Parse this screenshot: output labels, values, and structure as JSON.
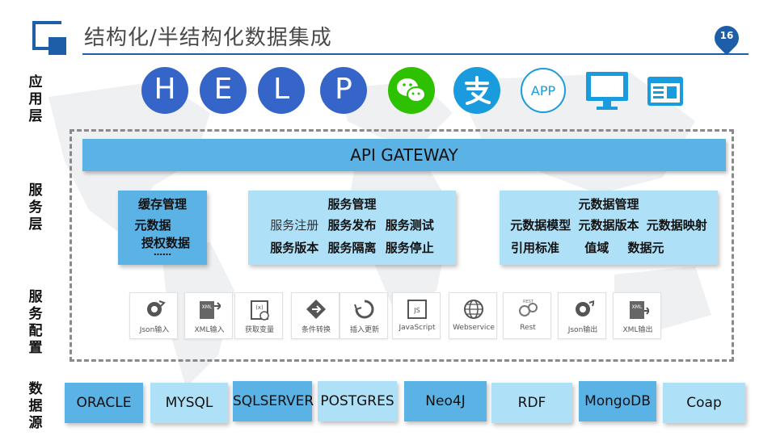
{
  "header": {
    "title": "结构化/半结构化数据集成",
    "page_number": "16"
  },
  "layers": {
    "application": "应用层",
    "service": "服务层",
    "service_config": "服务配置",
    "data_source": "数据源"
  },
  "apps": {
    "help_letters": [
      "H",
      "E",
      "L",
      "P"
    ],
    "app_label": "APP",
    "icons": [
      "wechat-icon",
      "alipay-icon",
      "app-icon",
      "monitor-icon",
      "browser-window-icon"
    ]
  },
  "gateway": {
    "label": "API GATEWAY"
  },
  "services": {
    "cache": {
      "title": "缓存管理",
      "items": [
        "元数据",
        "授权数据",
        "……"
      ]
    },
    "service_mgmt": {
      "title": "服务管理",
      "rows": [
        [
          "服务注册",
          "服务发布",
          "服务测试"
        ],
        [
          "服务版本",
          "服务隔离",
          "服务停止"
        ]
      ]
    },
    "metadata": {
      "title": "元数据管理",
      "rows": [
        [
          "元数据模型",
          "元数据版本",
          "元数据映射"
        ],
        [
          "引用标准",
          "值域",
          "数据元"
        ]
      ]
    }
  },
  "tools": [
    {
      "label": "Json输入",
      "icon": "json-input-icon"
    },
    {
      "label": "XML输入",
      "icon": "xml-input-icon"
    },
    {
      "label": "获取变量",
      "icon": "get-variable-icon"
    },
    {
      "label": "条件转换",
      "icon": "condition-switch-icon"
    },
    {
      "label": "插入更新",
      "icon": "insert-update-icon"
    },
    {
      "label": "JavaScript",
      "icon": "javascript-icon"
    },
    {
      "label": "Webservice",
      "icon": "webservice-icon"
    },
    {
      "label": "Rest",
      "icon": "rest-icon"
    },
    {
      "label": "Json输出",
      "icon": "json-output-icon"
    },
    {
      "label": "XML输出",
      "icon": "xml-output-icon"
    }
  ],
  "data_sources": [
    "ORACLE",
    "MYSQL",
    "SQLSERVER",
    "POSTGRES",
    "Neo4J",
    "RDF",
    "MongoDB",
    "Coap"
  ],
  "colors": {
    "accent": "#1e5ea8",
    "help_blue": "#3565c8",
    "light_blue": "#aee0f7",
    "mid_blue": "#5bb2e5",
    "wechat_green": "#2dc100",
    "alipay_blue": "#1a9bde"
  }
}
